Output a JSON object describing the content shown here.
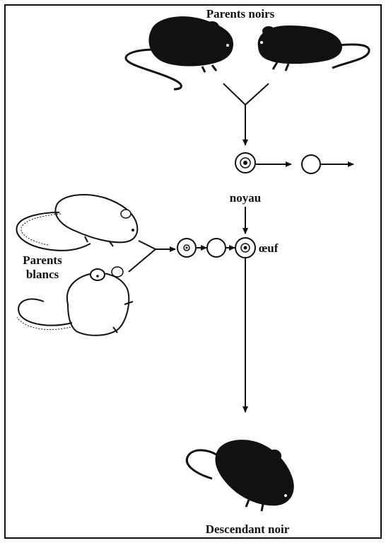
{
  "labels": {
    "parents_noirs": "Parents noirs",
    "noyau": "noyau",
    "oeuf": "œuf",
    "parents_blancs_line1": "Parents",
    "parents_blancs_line2": "blancs",
    "descendant_noir": "Descendant noir"
  },
  "colors": {
    "ink": "#111111",
    "background": "#ffffff"
  },
  "icons": [
    "black-mouse-icon",
    "white-mouse-icon",
    "cell-icon",
    "arrow-icon"
  ]
}
